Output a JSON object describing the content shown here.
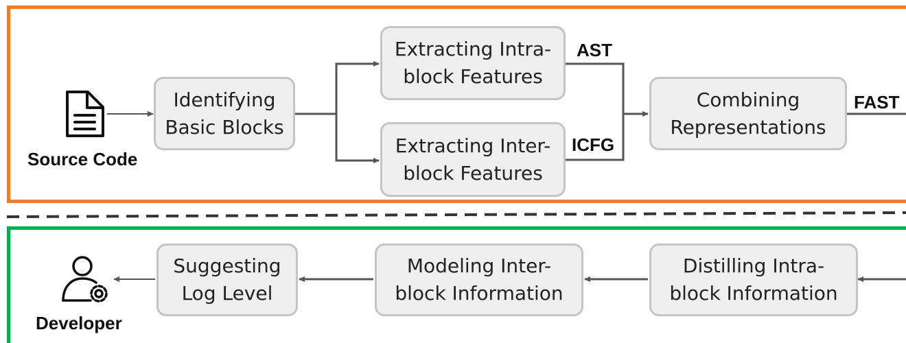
{
  "top_section": {
    "source_label": "Source Code",
    "identify_box": "Identifying\nBasic Blocks",
    "intra_box": "Extracting Intra-\nblock Features",
    "inter_box": "Extracting Inter-\nblock Features",
    "combine_box": "Combining\nRepresentations",
    "ast_label": "AST",
    "icfg_label": "ICFG",
    "fast_label": "FAST"
  },
  "bottom_section": {
    "developer_label": "Developer",
    "suggest_box": "Suggesting\nLog Level",
    "modeling_box": "Modeling Inter-\nblock Information",
    "distill_box": "Distilling Intra-\nblock Information"
  },
  "colors": {
    "top_border": "#ED7D31",
    "bottom_border": "#00B050",
    "box_fill": "#EFEFEF",
    "box_border": "#C4C4C4",
    "arrow": "#555555"
  },
  "icons": {
    "source": "document-icon",
    "developer": "user-gear-icon"
  }
}
